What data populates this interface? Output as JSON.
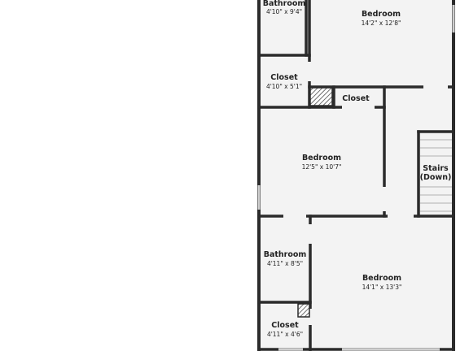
{
  "rooms": {
    "bathroom_top": {
      "name": "Bathroom",
      "dims": "4'10\" x 9'4\""
    },
    "bedroom_top": {
      "name": "Bedroom",
      "dims": "14'2\" x 12'8\""
    },
    "closet_left": {
      "name": "Closet",
      "dims": "4'10\" x 5'1\""
    },
    "closet_mid": {
      "name": "Closet"
    },
    "bedroom_mid": {
      "name": "Bedroom",
      "dims": "12'5\" x 10'7\""
    },
    "stairs": {
      "name_line1": "Stairs",
      "name_line2": "(Down)"
    },
    "bathroom_bottom": {
      "name": "Bathroom",
      "dims": "4'11\" x 8'5\""
    },
    "bedroom_bottom": {
      "name": "Bedroom",
      "dims": "14'1\" x 13'3\""
    },
    "closet_bottom": {
      "name": "Closet",
      "dims": "4'11\" x 4'6\""
    }
  },
  "colors": {
    "wall": "#2b2b2b",
    "floor": "#f3f3f3",
    "background": "#ffffff",
    "window": "#cfcfcf"
  }
}
